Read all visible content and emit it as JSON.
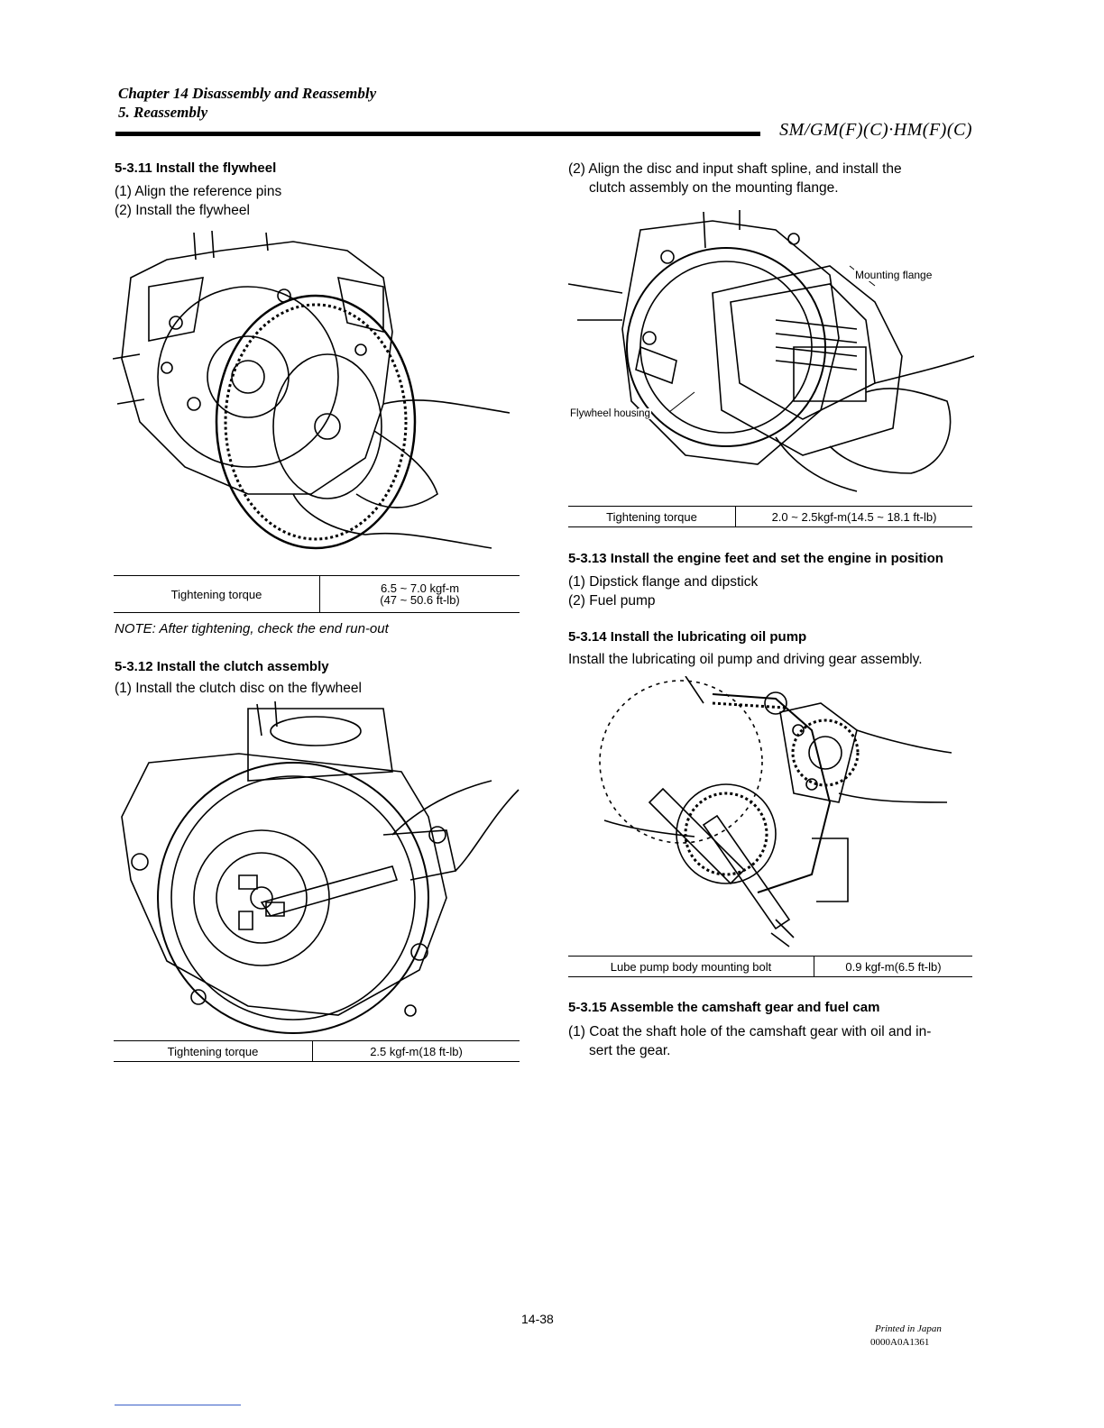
{
  "header": {
    "chapter": "Chapter 14 Disassembly and Reassembly",
    "section": "5. Reassembly",
    "model": "SM/GM(F)(C)·HM(F)(C)"
  },
  "s5311": {
    "title": "5-3.11 Install the flywheel",
    "step1": "(1) Align the reference pins",
    "step2": "(2) Install the flywheel",
    "torque_label": "Tightening torque",
    "torque_value_1": "6.5 ~ 7.0 kgf-m",
    "torque_value_2": "(47 ~ 50.6 ft-lb)",
    "note": "NOTE: After tightening, check the end run-out"
  },
  "s5312": {
    "title": "5-3.12 Install the clutch assembly",
    "step1": "(1) Install the clutch disc on the flywheel",
    "torque_label": "Tightening torque",
    "torque_value": "2.5 kgf-m(18 ft-lb)"
  },
  "s5312b": {
    "step2_line1": "(2) Align the disc and input shaft spline, and install the",
    "step2_line2": "clutch assembly on the mounting flange.",
    "callout_mounting": "Mounting flange",
    "callout_housing": "Flywheel housing",
    "torque_label": "Tightening torque",
    "torque_value": "2.0 ~ 2.5kgf-m(14.5 ~ 18.1 ft-lb)"
  },
  "s5313": {
    "title": "5-3.13 Install the engine feet and set the engine in position",
    "step1": "(1) Dipstick flange and dipstick",
    "step2": "(2) Fuel pump"
  },
  "s5314": {
    "title": "5-3.14 Install the lubricating oil pump",
    "text": "Install the lubricating oil pump and driving gear assembly.",
    "torque_label": "Lube pump body mounting bolt",
    "torque_value": "0.9 kgf-m(6.5 ft-lb)"
  },
  "s5315": {
    "title": "5-3.15 Assemble the camshaft gear and fuel cam",
    "step1_line1": "(1) Coat the shaft hole of the camshaft gear with oil and in-",
    "step1_line2": "sert the gear."
  },
  "footer": {
    "page": "14-38",
    "printed": "Printed in Japan",
    "code": "0000A0A1361"
  }
}
